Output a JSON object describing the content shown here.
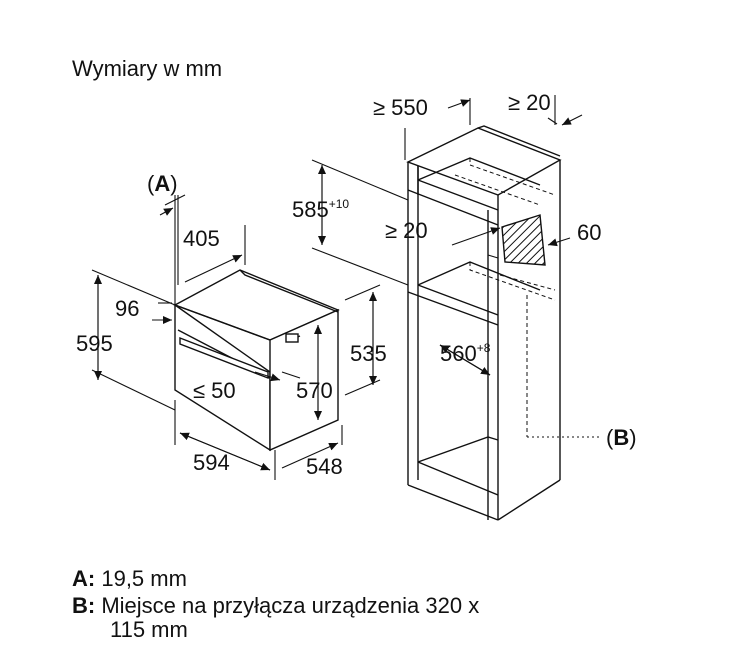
{
  "title": "Wymiary w mm",
  "labels": {
    "A_marker": "A",
    "B_marker": "B",
    "ge550": "≥ 550",
    "ge20_top": "≥ 20",
    "d585": "585",
    "d585_sup": "+10",
    "ge20_mid": "≥ 20",
    "d60": "60",
    "d405": "405",
    "d96": "96",
    "d595": "595",
    "d535": "535",
    "d560": "560",
    "d560_sup": "+8",
    "le50": "≤ 50",
    "d570": "570",
    "d594": "594",
    "d548": "548"
  },
  "legend": {
    "a_key": "A:",
    "a_text": "19,5 mm",
    "b_key": "B:",
    "b_text": "Miejsce na przyłącza urządzenia 320 x",
    "b_text_cont": "115 mm"
  }
}
